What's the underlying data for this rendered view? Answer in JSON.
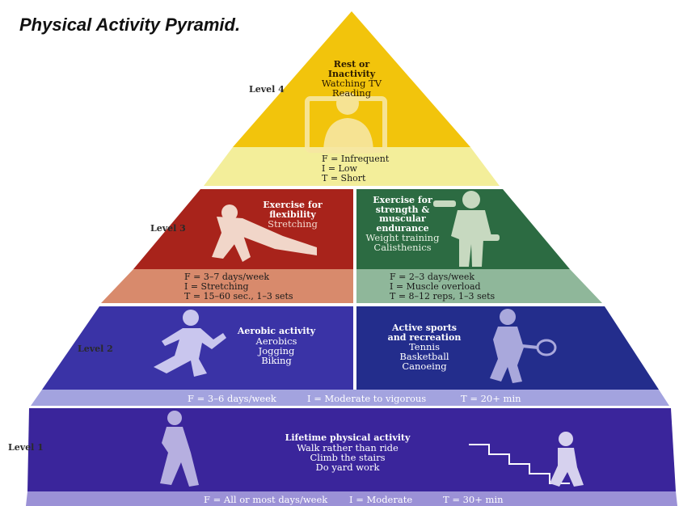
{
  "title": "Physical Activity Pyramid.",
  "colors": {
    "level4_top": "#f2c40c",
    "level4_band": "#f3ee9a",
    "level3_left": "#a8231b",
    "level3_left_band": "#d88a6c",
    "level3_right": "#2c6b42",
    "level3_right_band": "#8fb79a",
    "level2_left": "#3a33a6",
    "level2_right": "#232d8c",
    "level2_band": "#a3a3df",
    "level1_body": "#3a259b",
    "level1_band": "#9b91d6"
  },
  "levels": {
    "level4": {
      "label": "Level 4",
      "heading_lines": [
        "Rest or",
        "Inactivity"
      ],
      "items": [
        "Watching TV",
        "Reading"
      ],
      "fit": [
        "F = Infrequent",
        "I = Low",
        "T = Short"
      ]
    },
    "level3": {
      "label": "Level 3",
      "left": {
        "heading_lines": [
          "Exercise for",
          "flexibility"
        ],
        "items": [
          "Stretching"
        ],
        "fit": [
          "F = 3–7 days/week",
          "I = Stretching",
          "T = 15–60 sec., 1–3 sets"
        ]
      },
      "right": {
        "heading_lines": [
          "Exercise for",
          "strength &",
          "muscular",
          "endurance"
        ],
        "items": [
          "Weight training",
          "Calisthenics"
        ],
        "fit": [
          "F = 2–3 days/week",
          "I = Muscle overload",
          "T = 8–12 reps, 1–3 sets"
        ]
      }
    },
    "level2": {
      "label": "Level 2",
      "left": {
        "heading_lines": [
          "Aerobic activity"
        ],
        "items": [
          "Aerobics",
          "Jogging",
          "Biking"
        ]
      },
      "right": {
        "heading_lines": [
          "Active sports",
          "and recreation"
        ],
        "items": [
          "Tennis",
          "Basketball",
          "Canoeing"
        ]
      },
      "fit": [
        "F = 3–6 days/week",
        "I = Moderate to vigorous",
        "T = 20+ min"
      ]
    },
    "level1": {
      "label": "Level 1",
      "heading_lines": [
        "Lifetime physical activity"
      ],
      "items": [
        "Walk rather than ride",
        "Climb the stairs",
        "Do yard work"
      ],
      "fit": [
        "F = All or most days/week",
        "I = Moderate",
        "T = 30+ min"
      ]
    }
  },
  "icons": {
    "tv": "tv-watcher-silhouette",
    "stretch": "stretching-person-silhouette",
    "weights": "weightlifter-silhouette",
    "runner": "runner-silhouette",
    "tennis": "tennis-player-silhouette",
    "walker": "walking-person-silhouette",
    "stairs": "stair-climber-silhouette"
  }
}
